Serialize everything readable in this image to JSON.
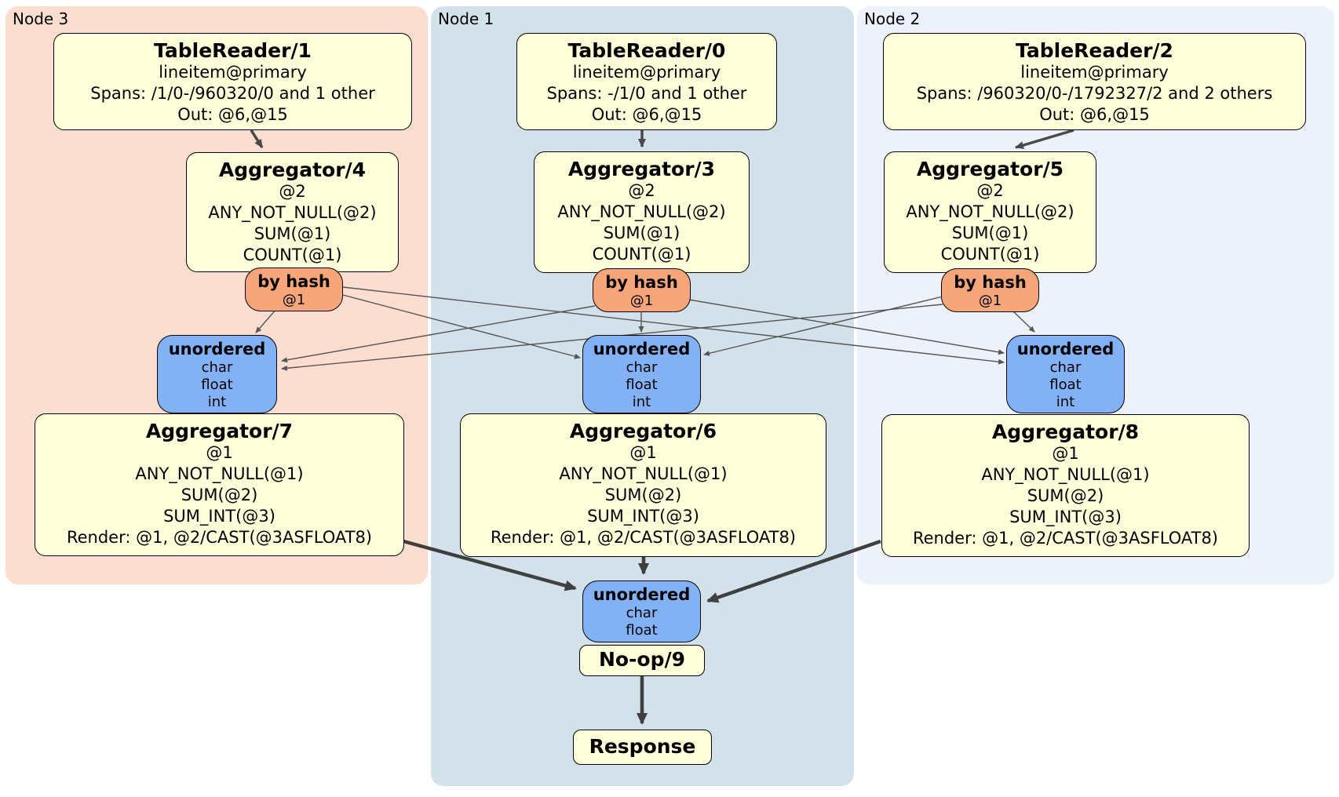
{
  "colors": {
    "node3_panel": "#fcded0",
    "node1_panel": "#d3e1ea",
    "node2_panel": "#edf1fa",
    "box_fill": "#ffffda",
    "router_fill": "#f7a679",
    "sync_fill": "#82b2f5",
    "edge_thin": "#555555",
    "edge_thick": "#3f3f3f"
  },
  "nodes": [
    {
      "label": "Node 3",
      "table_reader": {
        "title": "TableReader/1",
        "lines": [
          "lineitem@primary",
          "Spans: /1/0-/960320/0 and 1 other",
          "Out: @6,@15"
        ]
      },
      "aggregator_top": {
        "title": "Aggregator/4",
        "lines": [
          "@2",
          "ANY_NOT_NULL(@2)",
          "SUM(@1)",
          "COUNT(@1)"
        ]
      },
      "router": {
        "title": "by hash",
        "detail": "@1"
      },
      "sync": {
        "title": "unordered",
        "lines": [
          "char",
          "float",
          "int"
        ]
      },
      "aggregator_bottom": {
        "title": "Aggregator/7",
        "lines": [
          "@1",
          "ANY_NOT_NULL(@1)",
          "SUM(@2)",
          "SUM_INT(@3)",
          "Render: @1, @2/CAST(@3ASFLOAT8)"
        ]
      }
    },
    {
      "label": "Node 1",
      "table_reader": {
        "title": "TableReader/0",
        "lines": [
          "lineitem@primary",
          "Spans: -/1/0 and 1 other",
          "Out: @6,@15"
        ]
      },
      "aggregator_top": {
        "title": "Aggregator/3",
        "lines": [
          "@2",
          "ANY_NOT_NULL(@2)",
          "SUM(@1)",
          "COUNT(@1)"
        ]
      },
      "router": {
        "title": "by hash",
        "detail": "@1"
      },
      "sync": {
        "title": "unordered",
        "lines": [
          "char",
          "float",
          "int"
        ]
      },
      "aggregator_bottom": {
        "title": "Aggregator/6",
        "lines": [
          "@1",
          "ANY_NOT_NULL(@1)",
          "SUM(@2)",
          "SUM_INT(@3)",
          "Render: @1, @2/CAST(@3ASFLOAT8)"
        ]
      }
    },
    {
      "label": "Node 2",
      "table_reader": {
        "title": "TableReader/2",
        "lines": [
          "lineitem@primary",
          "Spans: /960320/0-/1792327/2 and 2 others",
          "Out: @6,@15"
        ]
      },
      "aggregator_top": {
        "title": "Aggregator/5",
        "lines": [
          "@2",
          "ANY_NOT_NULL(@2)",
          "SUM(@1)",
          "COUNT(@1)"
        ]
      },
      "router": {
        "title": "by hash",
        "detail": "@1"
      },
      "sync": {
        "title": "unordered",
        "lines": [
          "char",
          "float",
          "int"
        ]
      },
      "aggregator_bottom": {
        "title": "Aggregator/8",
        "lines": [
          "@1",
          "ANY_NOT_NULL(@1)",
          "SUM(@2)",
          "SUM_INT(@3)",
          "Render: @1, @2/CAST(@3ASFLOAT8)"
        ]
      }
    }
  ],
  "final_stage": {
    "sync": {
      "title": "unordered",
      "lines": [
        "char",
        "float"
      ]
    },
    "noop_label": "No-op/9",
    "response_label": "Response"
  }
}
